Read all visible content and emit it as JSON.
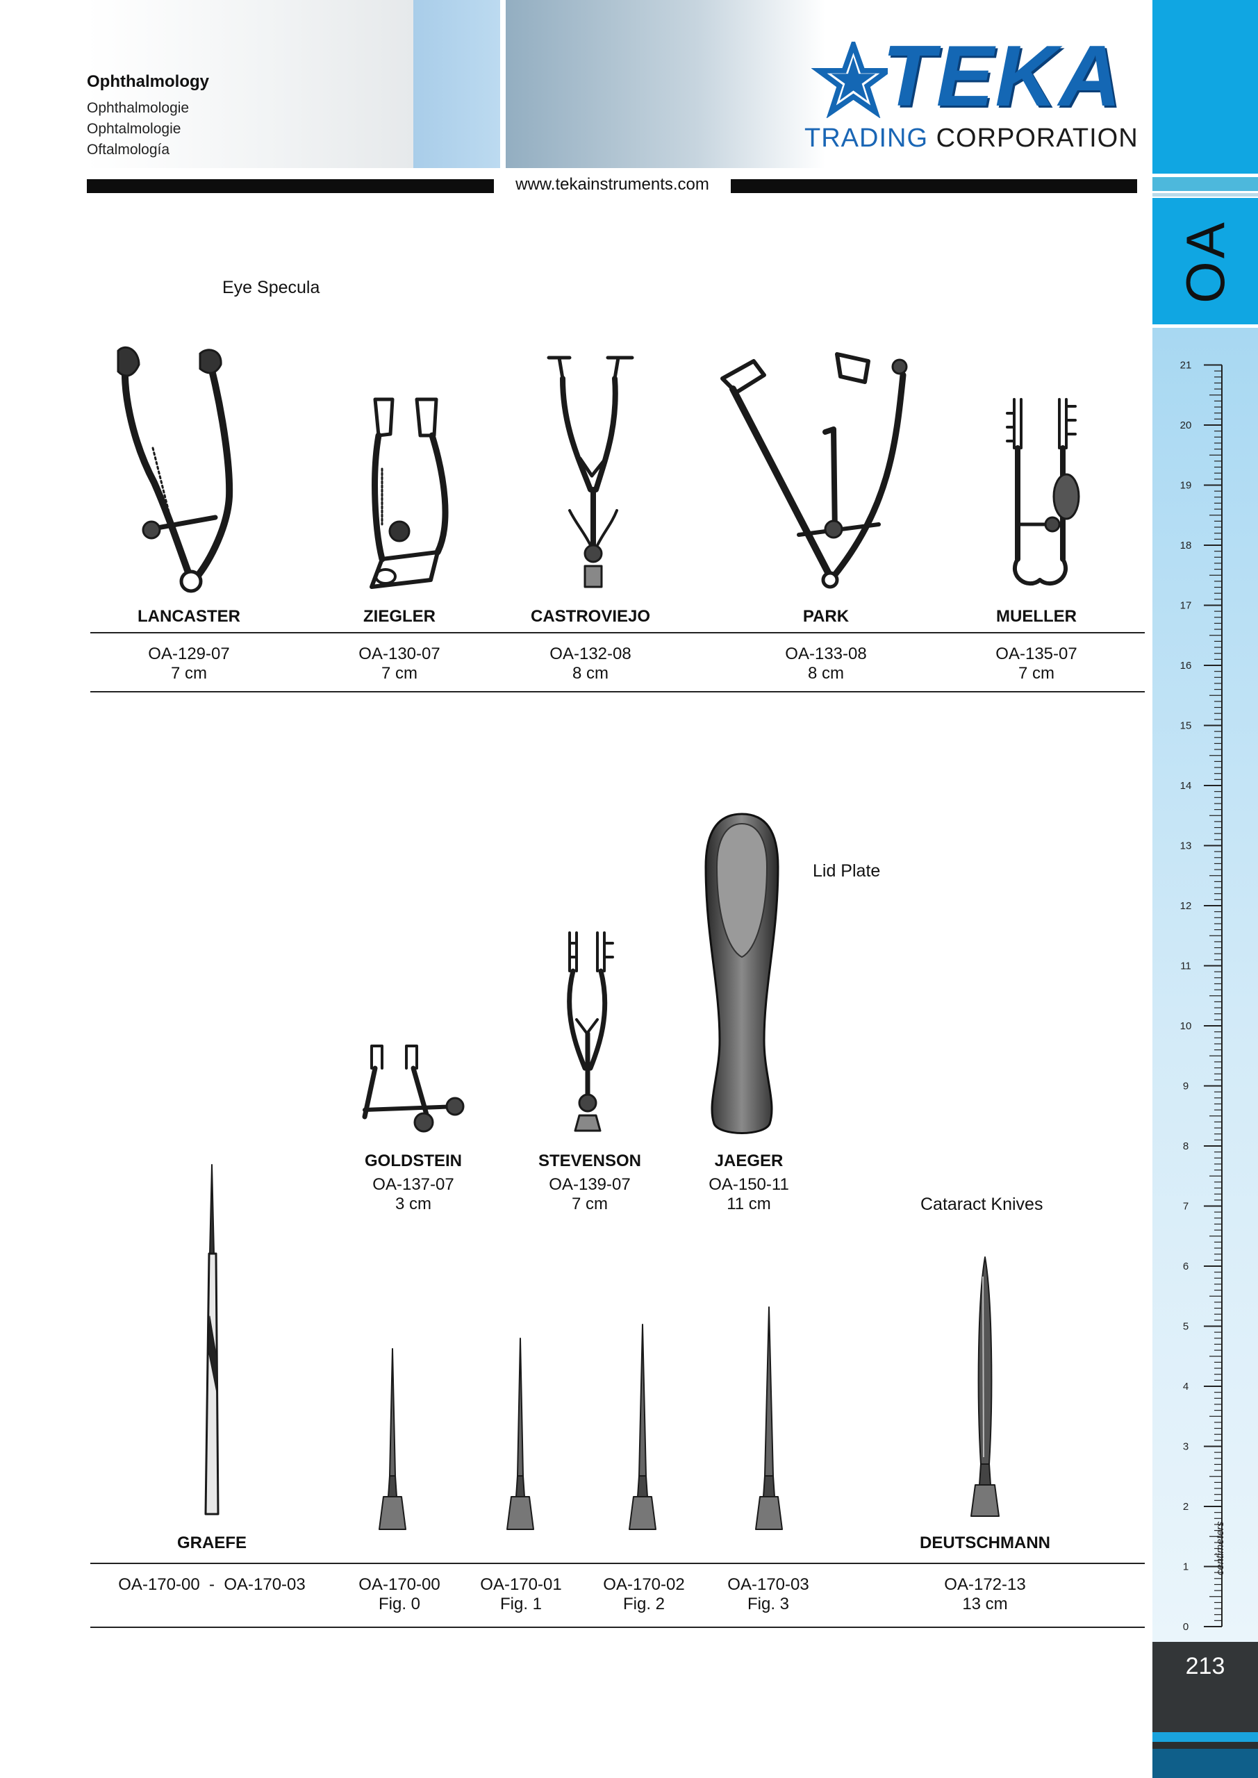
{
  "header": {
    "title": "Ophthalmology",
    "subtitles": [
      "Ophthalmologie",
      "Ophtalmologie",
      "Oftalmología"
    ],
    "url": "www.tekainstruments.com"
  },
  "logo": {
    "brand": "TEKA",
    "line_left": "TRADING",
    "line_right": "CORPORATION",
    "brand_color": "#1467b4"
  },
  "sidebar": {
    "section_code": "OA",
    "page_number": "213",
    "ruler_unit": "centimeters",
    "ruler_labels": [
      "0",
      "1",
      "2",
      "3",
      "4",
      "5",
      "6",
      "7",
      "8",
      "9",
      "10",
      "11",
      "12",
      "13",
      "14",
      "15",
      "16",
      "17",
      "18",
      "19",
      "20",
      "21"
    ],
    "accent_color": "#10a6e2"
  },
  "sections": {
    "eye_specula": "Eye Specula",
    "lid_plate": "Lid Plate",
    "cataract_knives": "Cataract Knives"
  },
  "specula": [
    {
      "name": "LANCASTER",
      "code": "OA-129-07",
      "size": "7 cm"
    },
    {
      "name": "ZIEGLER",
      "code": "OA-130-07",
      "size": "7 cm"
    },
    {
      "name": "CASTROVIEJO",
      "code": "OA-132-08",
      "size": "8 cm"
    },
    {
      "name": "PARK",
      "code": "OA-133-08",
      "size": "8 cm"
    },
    {
      "name": "MUELLER",
      "code": "OA-135-07",
      "size": "7 cm"
    }
  ],
  "middle": [
    {
      "name": "GOLDSTEIN",
      "code": "OA-137-07",
      "size": "3 cm"
    },
    {
      "name": "STEVENSON",
      "code": "OA-139-07",
      "size": "7 cm"
    },
    {
      "name": "JAEGER",
      "code": "OA-150-11",
      "size": "11 cm"
    }
  ],
  "knives": {
    "graefe_name": "GRAEFE",
    "graefe_code": "OA-170-00  -  OA-170-03",
    "figs": [
      {
        "code": "OA-170-00",
        "fig": "Fig. 0"
      },
      {
        "code": "OA-170-01",
        "fig": "Fig. 1"
      },
      {
        "code": "OA-170-02",
        "fig": "Fig. 2"
      },
      {
        "code": "OA-170-03",
        "fig": "Fig. 3"
      }
    ],
    "deutschmann_name": "DEUTSCHMANN",
    "deutschmann_code": "OA-172-13",
    "deutschmann_size": "13 cm"
  }
}
